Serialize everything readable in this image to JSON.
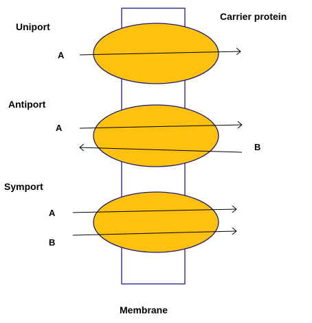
{
  "labels": {
    "carrier_protein": "Carrier protein",
    "membrane": "Membrane",
    "uniport": "Uniport",
    "antiport": "Antiport",
    "symport": "Symport",
    "uniport_a": "A",
    "antiport_a": "A",
    "antiport_b": "B",
    "symport_a": "A",
    "symport_b": "B"
  },
  "colors": {
    "membrane_stroke": "#1a1a8c",
    "protein_fill": "#fec10e",
    "protein_stroke": "#1a1a6e",
    "arrow": "#000000"
  }
}
